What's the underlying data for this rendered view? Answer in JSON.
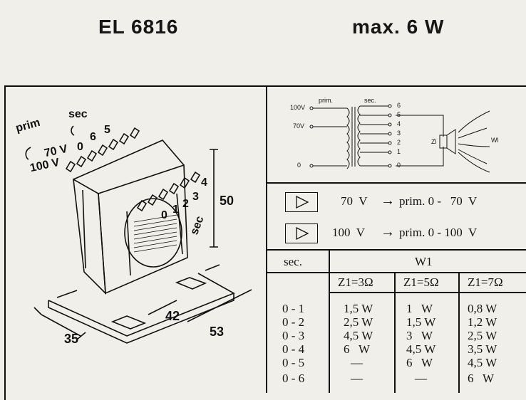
{
  "header": {
    "model": "EL 6816",
    "max_power": "max. 6 W"
  },
  "drawing": {
    "sec_top": "sec",
    "taps_top": "5",
    "taps_6": "6",
    "taps_0": "0",
    "prim": "prim",
    "v70": "70 V",
    "v100": "100 V",
    "tap_0": "0",
    "tap_1": "1",
    "tap_2": "2",
    "tap_3": "3",
    "tap_4": "4",
    "sec_side": "sec",
    "dim_height": "50",
    "dim_35": "35",
    "dim_42": "42",
    "dim_53": "53"
  },
  "schematic": {
    "prim": "prim.",
    "sec": "sec.",
    "v100": "100V",
    "v70": "70V",
    "zero_left": "0",
    "taps": [
      "6",
      "5",
      "4",
      "3",
      "2",
      "1",
      "0"
    ],
    "zl": "Zl",
    "wl": "Wl"
  },
  "amps": [
    {
      "volts": "70  V",
      "arrow": "→",
      "result": "prim. 0 -   70  V"
    },
    {
      "volts": "100  V",
      "arrow": "→",
      "result": "prim. 0 - 100  V"
    }
  ],
  "table": {
    "sec_header": "sec.",
    "w_header": "W1",
    "z_headers": [
      "Z1=3Ω",
      "Z1=5Ω",
      "Z1=7Ω"
    ],
    "rows": [
      {
        "sec": "0 - 1",
        "z3": "1,5 W",
        "z5": "1   W",
        "z7": "0,8 W"
      },
      {
        "sec": "0 - 2",
        "z3": "2,5 W",
        "z5": "1,5 W",
        "z7": "1,2 W"
      },
      {
        "sec": "0 - 3",
        "z3": "4,5 W",
        "z5": "3   W",
        "z7": "2,5 W"
      },
      {
        "sec": "0 - 4",
        "z3": "6   W",
        "z5": "4,5 W",
        "z7": "3,5 W"
      },
      {
        "sec": "0 - 5",
        "z3": "—",
        "z5": "6   W",
        "z7": "4,5 W"
      },
      {
        "sec": "0 - 6",
        "z3": "—",
        "z5": "—",
        "z7": "6   W"
      }
    ]
  }
}
